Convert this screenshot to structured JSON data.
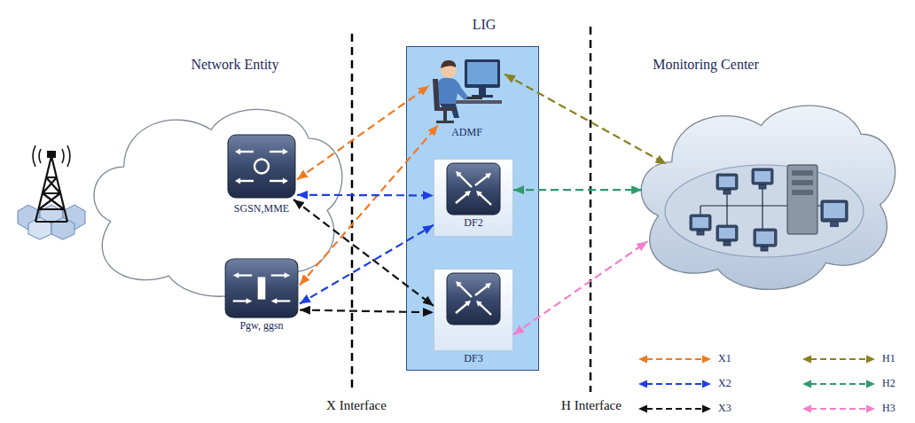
{
  "diagram": {
    "nodes": [
      {
        "text": [
          "Network Entity"
        ]
      },
      {
        "text": [
          "SGSN,MME"
        ],
        "in": 0
      },
      {
        "text": [
          "Pgw, ggsn"
        ],
        "in": 0
      },
      {
        "text": [
          "LIG"
        ]
      },
      {
        "text": [
          "ADMF"
        ],
        "in": 3
      },
      {
        "text": [
          "DF2"
        ],
        "in": 3
      },
      {
        "text": [
          "DF3"
        ],
        "in": 3
      },
      {
        "text": [
          "Monitoring Center"
        ]
      }
    ],
    "edges": [
      {
        "from": 1,
        "to": 4,
        "arrow": "both"
      },
      {
        "from": 2,
        "to": 4,
        "arrow": "both"
      },
      {
        "from": 1,
        "to": 5,
        "arrow": "both"
      },
      {
        "from": 2,
        "to": 5,
        "arrow": "both"
      },
      {
        "from": 1,
        "to": 6,
        "arrow": "both"
      },
      {
        "from": 2,
        "to": 6,
        "arrow": "both"
      },
      {
        "from": 4,
        "to": 7,
        "arrow": "both"
      },
      {
        "from": 5,
        "to": 7,
        "arrow": "both"
      },
      {
        "from": 6,
        "to": 7,
        "arrow": "both"
      }
    ],
    "labels": [
      "X Interface",
      "H Interface"
    ],
    "legend": [
      {
        "text": "X1"
      },
      {
        "text": "X2"
      },
      {
        "text": "X3"
      },
      {
        "text": "H1"
      },
      {
        "text": "H2"
      },
      {
        "text": "H3"
      }
    ]
  }
}
